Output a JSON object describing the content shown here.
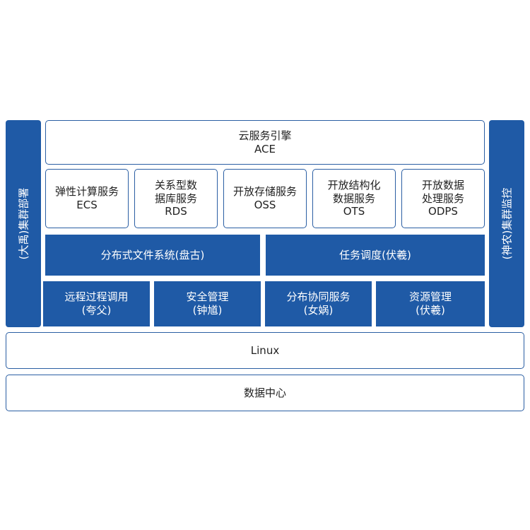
{
  "left_panel": "(大禹)集群部署",
  "right_panel": "(神农)集群监控",
  "top_service": {
    "line1": "云服务引擎",
    "line2": "ACE"
  },
  "services": [
    {
      "line1": "弹性计算服务",
      "line2": "ECS"
    },
    {
      "line1": "关系型数",
      "line2": "据库服务",
      "line3": "RDS"
    },
    {
      "line1": "开放存储服务",
      "line2": "OSS"
    },
    {
      "line1": "开放结构化",
      "line2": "数据服务",
      "line3": "OTS"
    },
    {
      "line1": "开放数据",
      "line2": "处理服务",
      "line3": "ODPS"
    }
  ],
  "middle": [
    {
      "label": "分布式文件系统(盘古)"
    },
    {
      "label": "任务调度(伏羲)"
    }
  ],
  "base_modules": [
    {
      "line1": "远程过程调用",
      "line2": "(夸父)"
    },
    {
      "line1": "安全管理",
      "line2": "(钟馗)"
    },
    {
      "line1": "分布协同服务",
      "line2": "(女娲)"
    },
    {
      "line1": "资源管理",
      "line2": "(伏羲)"
    }
  ],
  "os_layer": "Linux",
  "datacenter_layer": "数据中心",
  "colors": {
    "primary": "#1f5aa6",
    "border": "#2a5ea3"
  }
}
